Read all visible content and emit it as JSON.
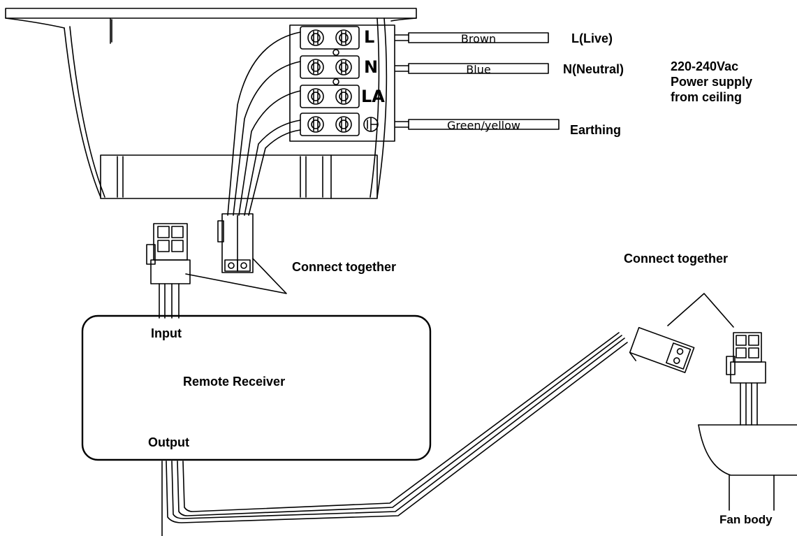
{
  "terminals": [
    "L",
    "N",
    "LA"
  ],
  "wires": [
    {
      "color_name": "Brown",
      "function": "L(Live)"
    },
    {
      "color_name": "Blue",
      "function": "N(Neutral)"
    },
    {
      "color_name": "Green/yellow",
      "function": "Earthing"
    }
  ],
  "supply": {
    "line1": "220-240Vac",
    "line2": "Power supply",
    "line3": "from ceiling"
  },
  "connect_left": "Connect together",
  "connect_right": "Connect together",
  "receiver": {
    "input_label": "Input",
    "title": "Remote Receiver",
    "output_label": "Output"
  },
  "fan_label": "Fan body",
  "icons": [
    "screw-terminal-icon",
    "earth-ground-icon",
    "connector-plug-icon"
  ],
  "line_color": "#000000",
  "background": "#ffffff"
}
